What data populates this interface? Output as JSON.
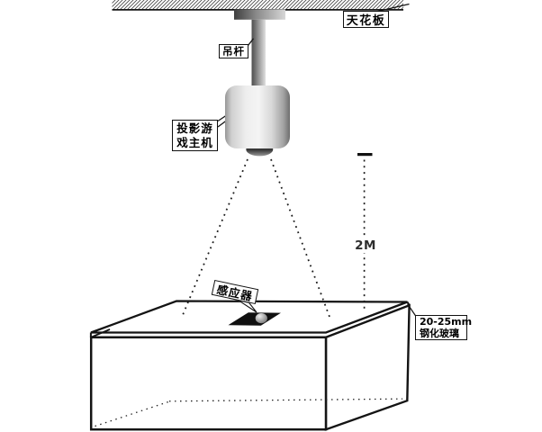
{
  "labels": {
    "ceiling": "天花板",
    "hanger_rod": "吊杆",
    "projector_host_line1": "投影游",
    "projector_host_line2": "戏主机",
    "sensor": "感应器",
    "distance": "2M",
    "glass_spec_line1": "20-25mm",
    "glass_spec_line2": "钢化玻璃"
  },
  "colors": {
    "ink": "#1a1a1a",
    "label_background": "#ffffff",
    "metal_dark": "#4a4a4a",
    "metal_light": "#ededed",
    "lens_dark": "#2b2b2b",
    "sensor_black": "#101010",
    "ball_gray": "#a9a9a9"
  }
}
